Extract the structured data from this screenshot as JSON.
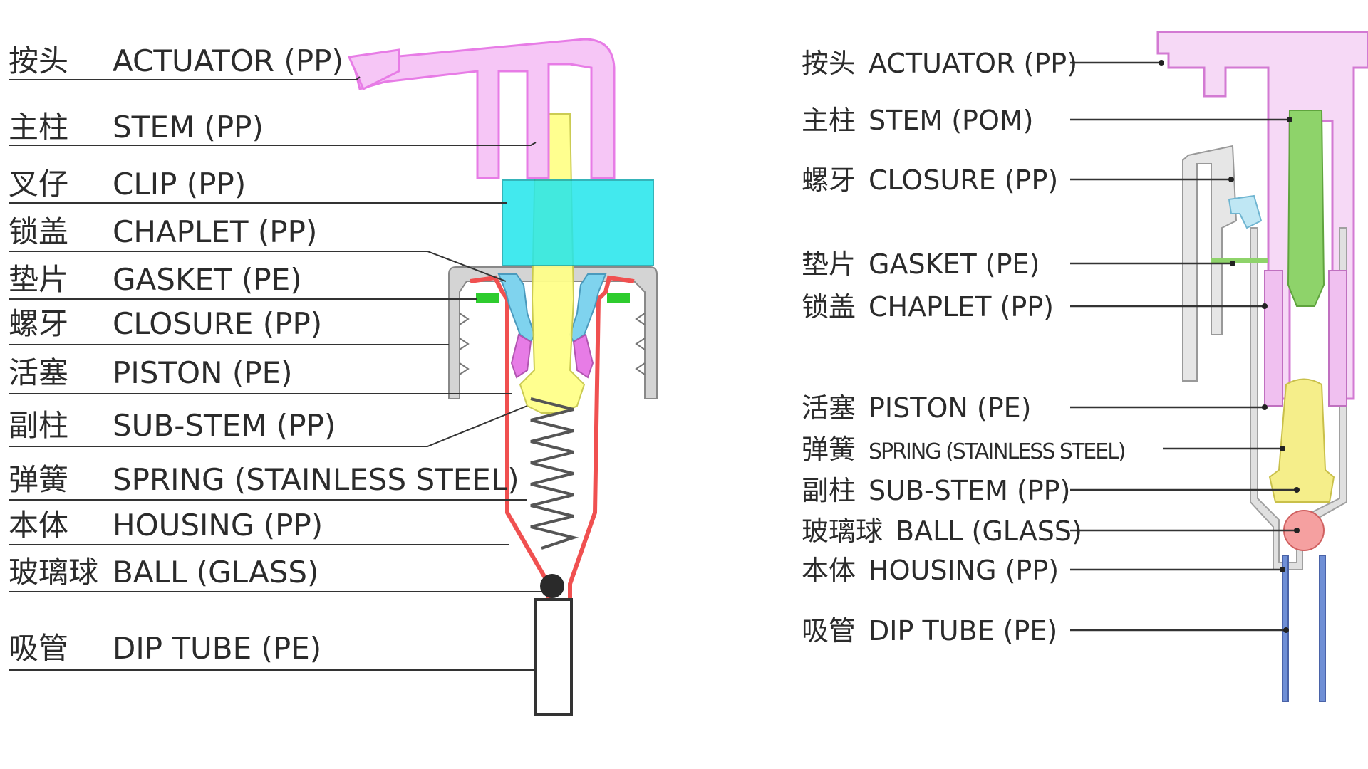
{
  "left_panel": {
    "parts": [
      {
        "zh": "按头",
        "en": "ACTUATOR (PP)"
      },
      {
        "zh": "主柱",
        "en": "STEM (PP)"
      },
      {
        "zh": "叉仔",
        "en": "CLIP (PP)"
      },
      {
        "zh": "锁盖",
        "en": "CHAPLET (PP)"
      },
      {
        "zh": "垫片",
        "en": "GASKET (PE)"
      },
      {
        "zh": "螺牙",
        "en": "CLOSURE (PP)"
      },
      {
        "zh": "活塞",
        "en": "PISTON (PE)"
      },
      {
        "zh": "副柱",
        "en": "SUB-STEM (PP)"
      },
      {
        "zh": "弹簧",
        "en": "SPRING (STAINLESS STEEL)"
      },
      {
        "zh": "本体",
        "en": "HOUSING (PP)"
      },
      {
        "zh": "玻璃球",
        "en": "BALL (GLASS)"
      },
      {
        "zh": "吸管",
        "en": "DIP TUBE (PE)"
      }
    ]
  },
  "right_panel": {
    "parts": [
      {
        "zh": "按头",
        "en": "ACTUATOR (PP)"
      },
      {
        "zh": "主柱",
        "en": "STEM (POM)"
      },
      {
        "zh": "螺牙",
        "en": "CLOSURE (PP)"
      },
      {
        "zh": "垫片",
        "en": "GASKET (PE)"
      },
      {
        "zh": "锁盖",
        "en": "CHAPLET (PP)"
      },
      {
        "zh": "活塞",
        "en": "PISTON (PE)"
      },
      {
        "zh": "弹簧",
        "en": "SPRING (STAINLESS STEEL)"
      },
      {
        "zh": "副柱",
        "en": "SUB-STEM (PP)"
      },
      {
        "zh": "玻璃球",
        "en": "BALL (GLASS)"
      },
      {
        "zh": "本体",
        "en": "HOUSING (PP)"
      },
      {
        "zh": "吸管",
        "en": "DIP TUBE (PE)"
      }
    ]
  },
  "colors": {
    "actuator": "#e77ce6",
    "stem_left": "#ffff8a",
    "clip": "#22e6ec",
    "chaplet": "#7fd3ee",
    "gasket": "#2ecc2e",
    "closure": "#c8c8c8",
    "housing_left": "#f05050",
    "spring": "#555555",
    "ball_left": "#2a2a2a",
    "stem_right": "#8ed36a",
    "housing_right": "#b0b0b0",
    "ball_right": "#f5a0a0",
    "dip_tube_right": "#6f8fd6",
    "leader_line": "#333333"
  }
}
